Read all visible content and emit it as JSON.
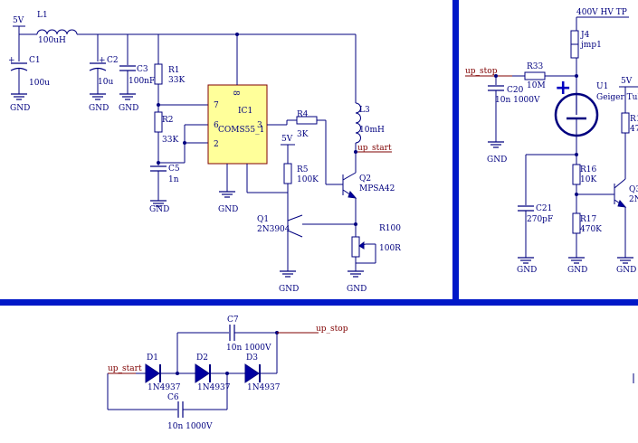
{
  "power": {
    "vcc": "5V",
    "gnd": "GND",
    "hv": "400V HV TP"
  },
  "components": {
    "L1": {
      "ref": "L1",
      "val": "100uH"
    },
    "C1": {
      "ref": "C1",
      "val": "100u"
    },
    "C2": {
      "ref": "C2",
      "val": "10u"
    },
    "C3": {
      "ref": "C3",
      "val": "100nF"
    },
    "R1": {
      "ref": "R1",
      "val": "33K"
    },
    "R2": {
      "ref": "R2",
      "val": "33K"
    },
    "C5": {
      "ref": "C5",
      "val": "1n"
    },
    "IC1": {
      "ref": "IC1",
      "val": "COMS55_1",
      "pin_labels": [
        "7",
        "6",
        "2",
        "3",
        "8"
      ]
    },
    "R4": {
      "ref": "R4",
      "val": "3K"
    },
    "L3": {
      "ref": "L3",
      "val": "10mH"
    },
    "R5": {
      "ref": "R5",
      "val": "100K"
    },
    "Q2": {
      "ref": "Q2",
      "val": "MPSA42"
    },
    "Q1": {
      "ref": "Q1",
      "val": "2N3904"
    },
    "R100": {
      "ref": "R100",
      "val": "100R"
    },
    "J4": {
      "ref": "J4",
      "val": "jmp1"
    },
    "R33": {
      "ref": "R33",
      "val": "10M"
    },
    "C20": {
      "ref": "C20",
      "val": "10n 1000V"
    },
    "U1": {
      "ref": "U1",
      "val": "Geiger Tube"
    },
    "C21": {
      "ref": "C21",
      "val": "270pF"
    },
    "R16": {
      "ref": "R16",
      "val": "10K"
    },
    "R17": {
      "ref": "R17",
      "val": "470K"
    },
    "R_part": {
      "ref": "R1",
      "val": "47"
    },
    "Q3_part": {
      "ref": "Q3",
      "val": "2N"
    },
    "C7": {
      "ref": "C7",
      "val": "10n 1000V"
    },
    "C6": {
      "ref": "C6",
      "val": "10n 1000V"
    },
    "D1": {
      "ref": "D1",
      "val": "1N4937"
    },
    "D2": {
      "ref": "D2",
      "val": "1N4937"
    },
    "D3": {
      "ref": "D3",
      "val": "1N4937"
    }
  },
  "nets": {
    "up_start": "up_start",
    "up_stop": "up_stop"
  },
  "colors": {
    "wire": "#00007f",
    "net_label": "#7f0000",
    "separator": "#0018c8",
    "ic_fill": "#ffff9a"
  }
}
